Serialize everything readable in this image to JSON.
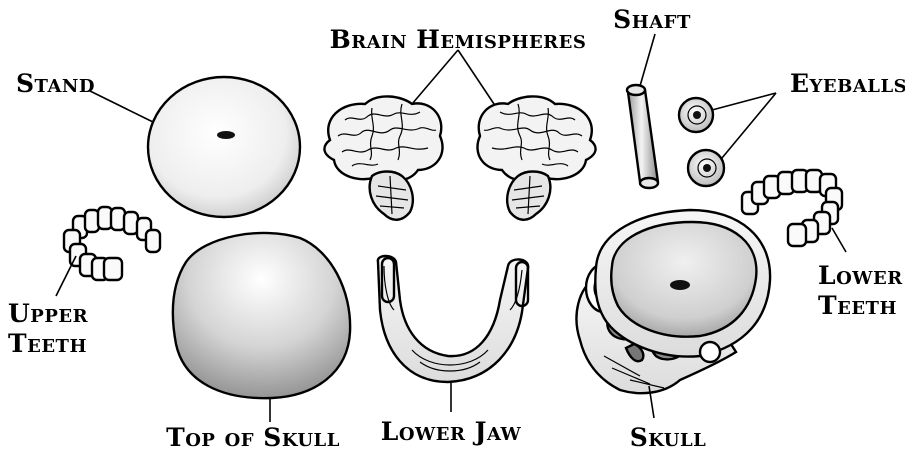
{
  "labels": {
    "stand": "Stand",
    "brain_hemispheres": "Brain Hemispheres",
    "shaft": "Shaft",
    "eyeballs": "Eyeballs",
    "upper_teeth_line1": "Upper",
    "upper_teeth_line2": "Teeth",
    "lower_teeth_line1": "Lower",
    "lower_teeth_line2": "Teeth",
    "top_of_skull": "Top of Skull",
    "lower_jaw": "Lower Jaw",
    "skull": "Skull"
  },
  "colors": {
    "line": "#000000",
    "light_fill": "#f2f2f2",
    "mid_fill": "#d9d9d9",
    "dark_fill": "#9a9a9a"
  }
}
